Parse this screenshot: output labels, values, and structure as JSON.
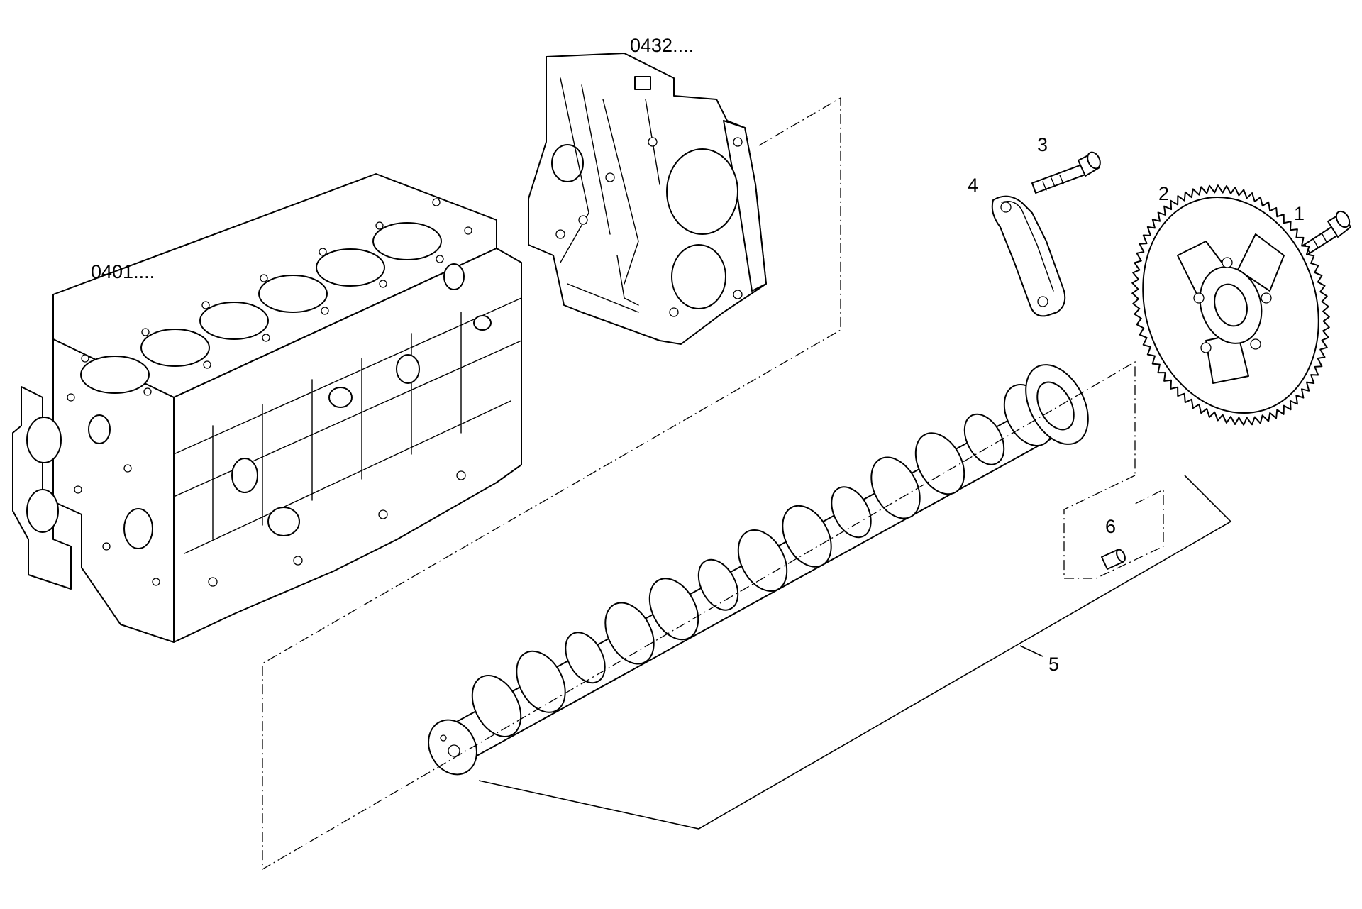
{
  "colors": {
    "line": "#000000",
    "background": "#ffffff"
  },
  "labels": {
    "block_ref": "0401....",
    "cover_ref": "0432....",
    "item_1": "1",
    "item_2": "2",
    "item_3": "3",
    "item_4": "4",
    "item_5": "5",
    "item_6": "6"
  }
}
